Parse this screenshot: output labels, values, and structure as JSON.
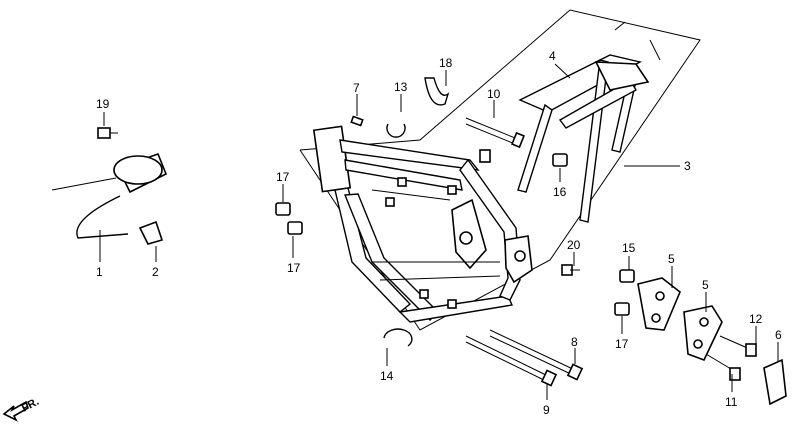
{
  "diagram": {
    "direction_label": "FR.",
    "callouts": [
      {
        "id": "c1",
        "text": "1"
      },
      {
        "id": "c2",
        "text": "2"
      },
      {
        "id": "c3",
        "text": "3"
      },
      {
        "id": "c4",
        "text": "4"
      },
      {
        "id": "c5a",
        "text": "5"
      },
      {
        "id": "c5b",
        "text": "5"
      },
      {
        "id": "c6",
        "text": "6"
      },
      {
        "id": "c7",
        "text": "7"
      },
      {
        "id": "c8",
        "text": "8"
      },
      {
        "id": "c9",
        "text": "9"
      },
      {
        "id": "c10",
        "text": "10"
      },
      {
        "id": "c11",
        "text": "11"
      },
      {
        "id": "c12",
        "text": "12"
      },
      {
        "id": "c13",
        "text": "13"
      },
      {
        "id": "c14",
        "text": "14"
      },
      {
        "id": "c15",
        "text": "15"
      },
      {
        "id": "c16",
        "text": "16"
      },
      {
        "id": "c17a",
        "text": "17"
      },
      {
        "id": "c17b",
        "text": "17"
      },
      {
        "id": "c17c",
        "text": "17"
      },
      {
        "id": "c18",
        "text": "18"
      },
      {
        "id": "c19",
        "text": "19"
      },
      {
        "id": "c20",
        "text": "20"
      }
    ]
  }
}
